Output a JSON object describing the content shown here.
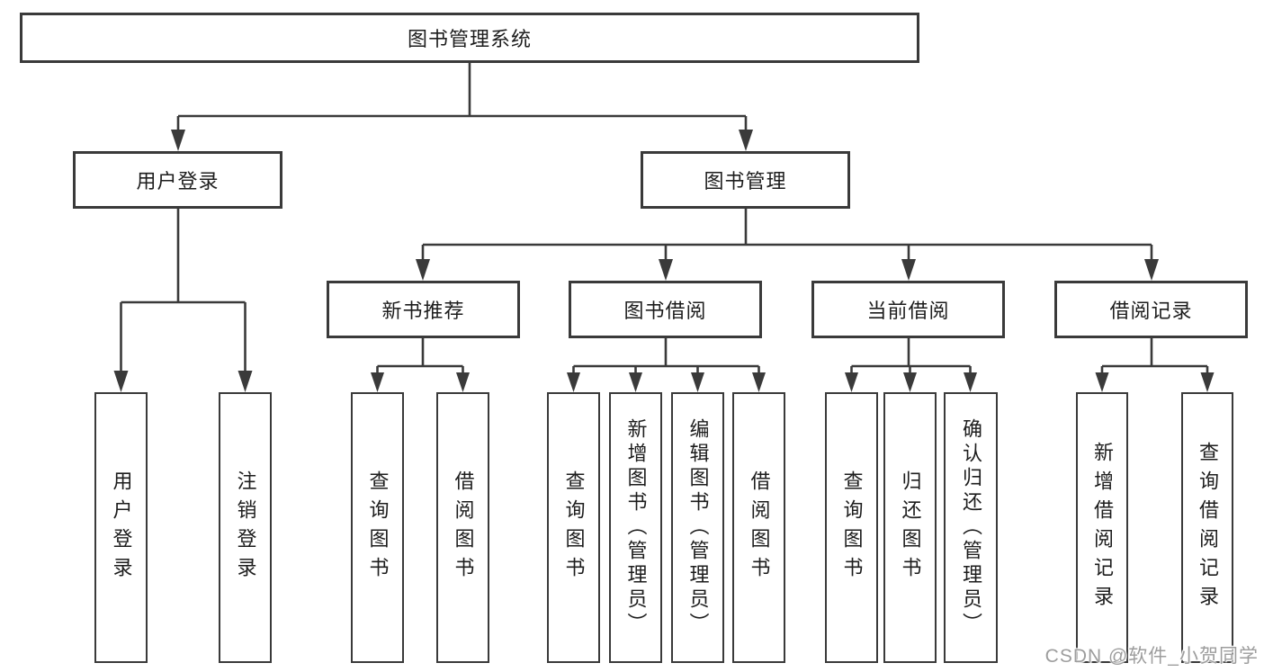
{
  "diagram": {
    "root": {
      "label": "图书管理系统"
    },
    "branches": {
      "user_login": {
        "label": "用户登录",
        "children": [
          {
            "label": "用户登录"
          },
          {
            "label": "注销登录"
          }
        ]
      },
      "book_mgmt": {
        "label": "图书管理",
        "sections": [
          {
            "label": "新书推荐",
            "children": [
              {
                "label": "查询图书"
              },
              {
                "label": "借阅图书"
              }
            ]
          },
          {
            "label": "图书借阅",
            "children": [
              {
                "label": "查询图书"
              },
              {
                "label": "新增图书（管理员）"
              },
              {
                "label": "编辑图书（管理员）"
              },
              {
                "label": "借阅图书"
              }
            ]
          },
          {
            "label": "当前借阅",
            "children": [
              {
                "label": "查询图书"
              },
              {
                "label": "归还图书"
              },
              {
                "label": "确认归还（管理员）"
              }
            ]
          },
          {
            "label": "借阅记录",
            "children": [
              {
                "label": "新增借阅记录"
              },
              {
                "label": "查询借阅记录"
              }
            ]
          }
        ]
      }
    }
  },
  "watermark": {
    "text": "CSDN @软件_小贺同学"
  },
  "colors": {
    "line": "#3a3a3a",
    "text": "#1d1d1d",
    "watermark": "#9d9d9d",
    "background": "#ffffff"
  }
}
